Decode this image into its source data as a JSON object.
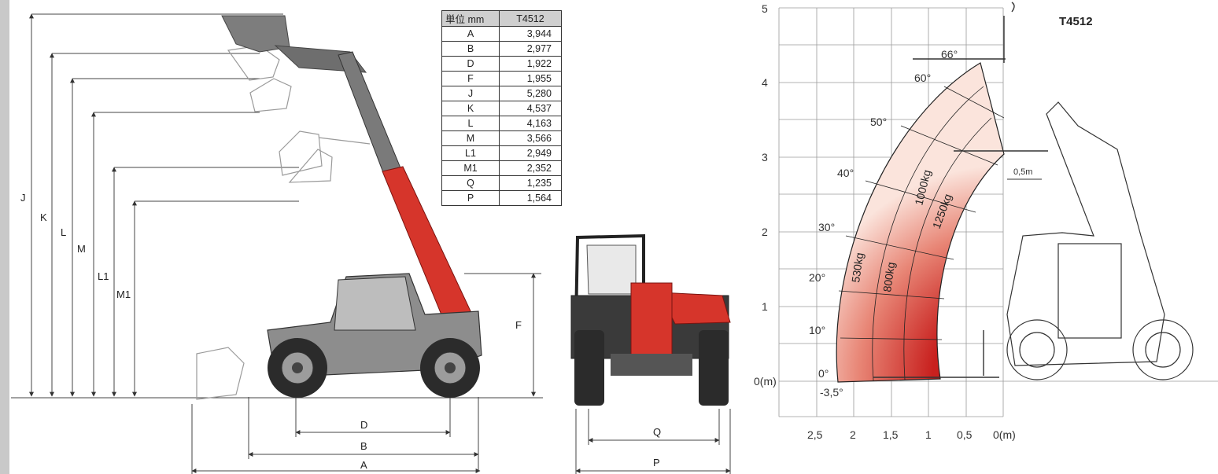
{
  "side_view": {
    "labels": {
      "J": "J",
      "K": "K",
      "L": "L",
      "M": "M",
      "L1": "L1",
      "M1": "M1",
      "F": "F",
      "D": "D",
      "B": "B",
      "A": "A"
    }
  },
  "dimension_table": {
    "unit_header": "単位 mm",
    "model_header": "T4512",
    "rows": [
      {
        "code": "A",
        "value": "3,944"
      },
      {
        "code": "B",
        "value": "2,977"
      },
      {
        "code": "D",
        "value": "1,922"
      },
      {
        "code": "F",
        "value": "1,955"
      },
      {
        "code": "J",
        "value": "5,280"
      },
      {
        "code": "K",
        "value": "4,537"
      },
      {
        "code": "L",
        "value": "4,163"
      },
      {
        "code": "M",
        "value": "3,566"
      },
      {
        "code": "L1",
        "value": "2,949"
      },
      {
        "code": "M1",
        "value": "2,352"
      },
      {
        "code": "Q",
        "value": "1,235"
      },
      {
        "code": "P",
        "value": "1,564"
      }
    ]
  },
  "rear_view": {
    "labels": {
      "Q": "Q",
      "P": "P"
    }
  },
  "load_chart": {
    "title": "T4512",
    "y_ticks": [
      "5",
      "4",
      "3",
      "2",
      "1",
      "0(m)"
    ],
    "x_ticks": [
      "2,5",
      "2",
      "1,5",
      "1",
      "0,5",
      "0(m)"
    ],
    "angles": [
      "66°",
      "60°",
      "50°",
      "40°",
      "30°",
      "20°",
      "10°",
      "0°",
      "-3,5°"
    ],
    "loads": [
      "530kg",
      "800kg",
      "1000kg",
      "1250kg"
    ],
    "offset_label": "0,5m",
    "colors": {
      "load_dark": "#c8201e",
      "load_light": "#fbe4dc",
      "grid": "#9a9a9a"
    }
  }
}
